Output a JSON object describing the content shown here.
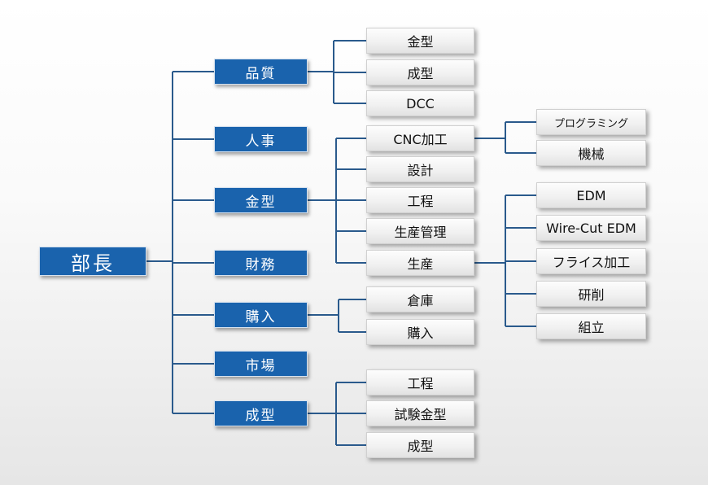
{
  "org_chart": {
    "root": "部長",
    "departments": [
      {
        "label": "品質",
        "children": [
          "金型",
          "成型",
          "DCC"
        ]
      },
      {
        "label": "人事",
        "children": []
      },
      {
        "label": "金型",
        "children": [
          {
            "label": "CNC加工",
            "children": [
              "プログラミング",
              "機械"
            ]
          },
          {
            "label": "設計"
          },
          {
            "label": "工程"
          },
          {
            "label": "生産管理"
          },
          {
            "label": "生産",
            "children": [
              "EDM",
              "Wire-Cut EDM",
              "フライス加工",
              "研削",
              "組立"
            ]
          }
        ]
      },
      {
        "label": "財務",
        "children": []
      },
      {
        "label": "購入",
        "children": [
          "倉庫",
          "購入"
        ]
      },
      {
        "label": "市場",
        "children": []
      },
      {
        "label": "成型",
        "children": [
          "工程",
          "試験金型",
          "成型"
        ]
      }
    ]
  },
  "colors": {
    "department_fill": "#1a63ad",
    "connector_line": "#2a5a8c",
    "leaf_fill": "#f1f1f1"
  }
}
